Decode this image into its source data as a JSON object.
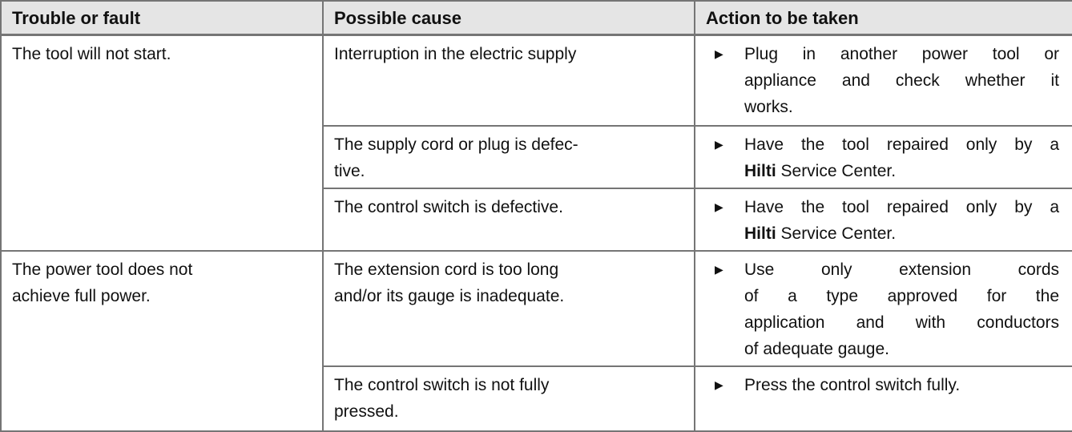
{
  "table": {
    "bullet_glyph": "▶",
    "colors": {
      "header_bg": "#e5e5e5",
      "border": "#757575",
      "text": "#111111",
      "background": "#ffffff"
    },
    "headers": [
      "Trouble or fault",
      "Possible cause",
      "Action to be taken"
    ],
    "groups": [
      {
        "trouble": "The tool will not start.",
        "rows": [
          {
            "cause": "Interruption in the electric supply",
            "action_lines": [
              "Plug in another power tool or",
              "appliance and check whether it",
              "works."
            ]
          },
          {
            "cause": "The supply cord or plug is defec-\ntive.",
            "action_lines": [
              "Have the tool repaired only by a",
              [
                {
                  "t": "Hilti",
                  "b": true
                },
                {
                  "t": " Service Center."
                }
              ]
            ]
          },
          {
            "cause": "The control switch is defective.",
            "action_lines": [
              "Have the tool repaired only by a",
              [
                {
                  "t": "Hilti",
                  "b": true
                },
                {
                  "t": " Service Center."
                }
              ]
            ]
          }
        ]
      },
      {
        "trouble": "The power tool does not\nachieve full power.",
        "rows": [
          {
            "cause": "The extension cord is too long\nand/or its gauge is inadequate.",
            "action_lines": [
              "Use only extension cords",
              "of a type approved for the",
              "application and with conductors",
              "of adequate gauge."
            ]
          },
          {
            "cause": "The control switch is not fully\npressed.",
            "action_lines": [
              "Press the control switch fully."
            ]
          }
        ]
      }
    ]
  }
}
